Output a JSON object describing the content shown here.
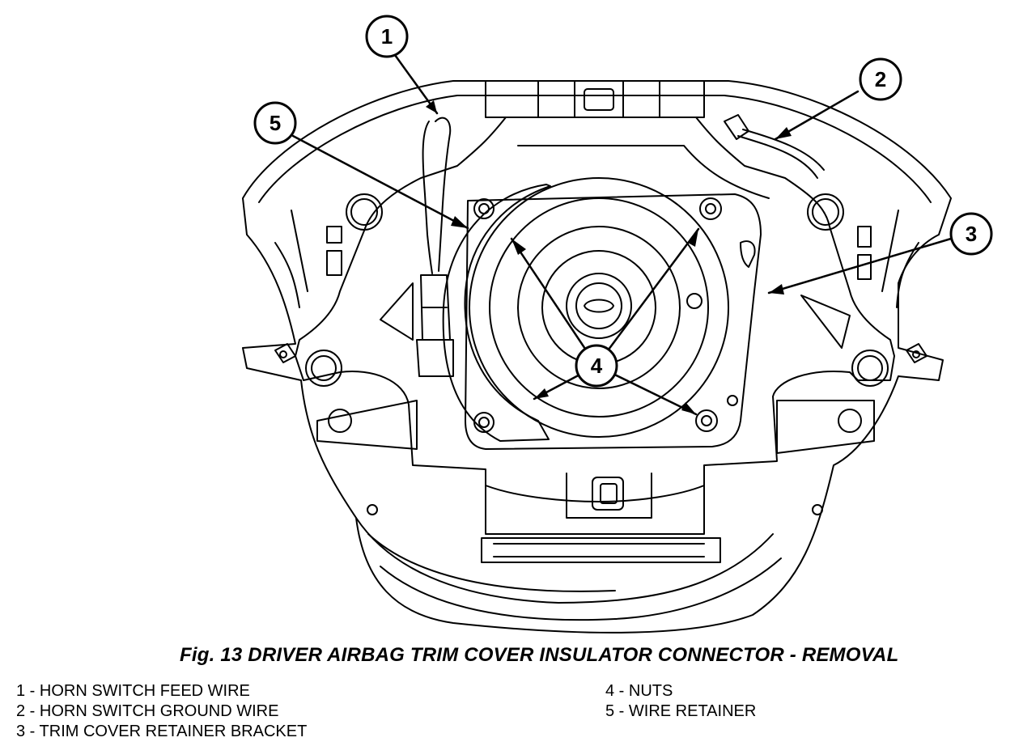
{
  "figure": {
    "caption": "Fig. 13 DRIVER AIRBAG TRIM COVER INSULATOR CONNECTOR - REMOVAL",
    "callouts": [
      "1",
      "2",
      "3",
      "4",
      "5"
    ]
  },
  "legend": {
    "left": [
      "1 - HORN SWITCH FEED WIRE",
      "2 - HORN SWITCH GROUND WIRE",
      "3 - TRIM COVER RETAINER BRACKET"
    ],
    "right": [
      "4 - NUTS",
      "5 - WIRE RETAINER"
    ]
  }
}
